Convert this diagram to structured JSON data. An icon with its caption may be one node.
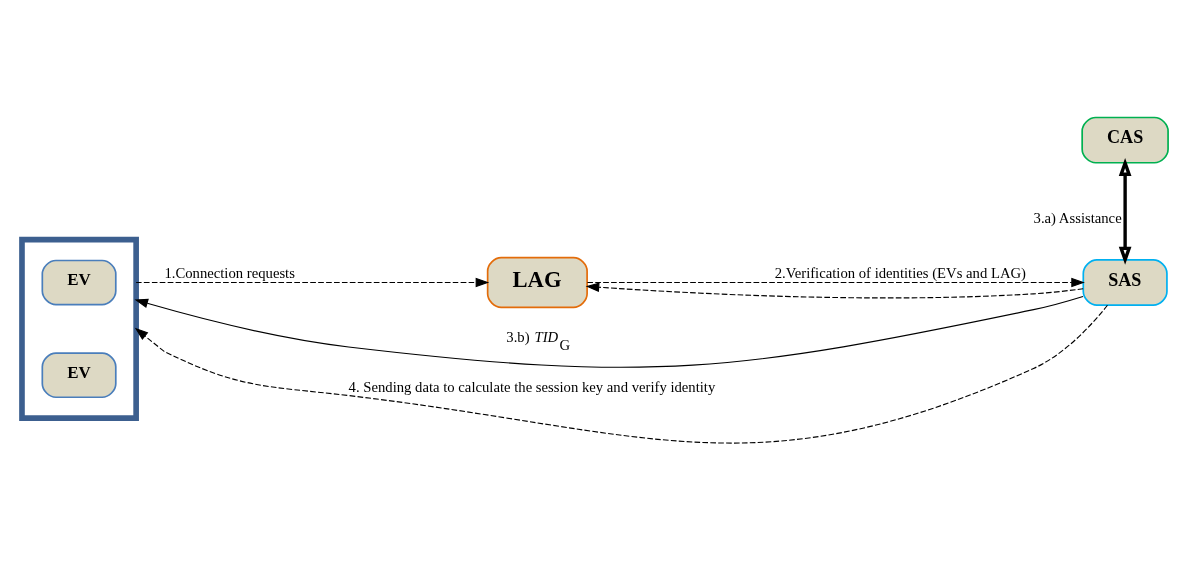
{
  "diagram": {
    "nodes": [
      {
        "text": [],
        "shape": "box"
      },
      {
        "text": [
          "EV"
        ],
        "in": 0
      },
      {
        "text": [
          "EV"
        ],
        "in": 0
      },
      {
        "text": [
          "LAG"
        ]
      },
      {
        "text": [
          "CAS"
        ]
      },
      {
        "text": [
          "SAS"
        ]
      }
    ],
    "edges": [
      {
        "from": 5,
        "to": 0,
        "arrow": "to",
        "label": "3.b) *TID*$_{G}$"
      },
      {
        "from": 0,
        "to": 3,
        "arrow": "to",
        "style": "dashed",
        "label": "1.Connection requests"
      },
      {
        "from": 3,
        "to": 5,
        "arrow": "to",
        "style": "dashed",
        "label": "2.Verification of identities (EVs and LAG)"
      },
      {
        "from": 4,
        "to": 5,
        "arrow": "both",
        "style": "thick",
        "label": "3.a) Assistance"
      },
      {
        "from": 5,
        "to": 0,
        "arrow": "to",
        "style": "dashed",
        "label": "4. Sending data to calculate the session key and verify identity"
      },
      {
        "from": 5,
        "to": 3,
        "arrow": "to",
        "style": "dashed"
      }
    ]
  }
}
